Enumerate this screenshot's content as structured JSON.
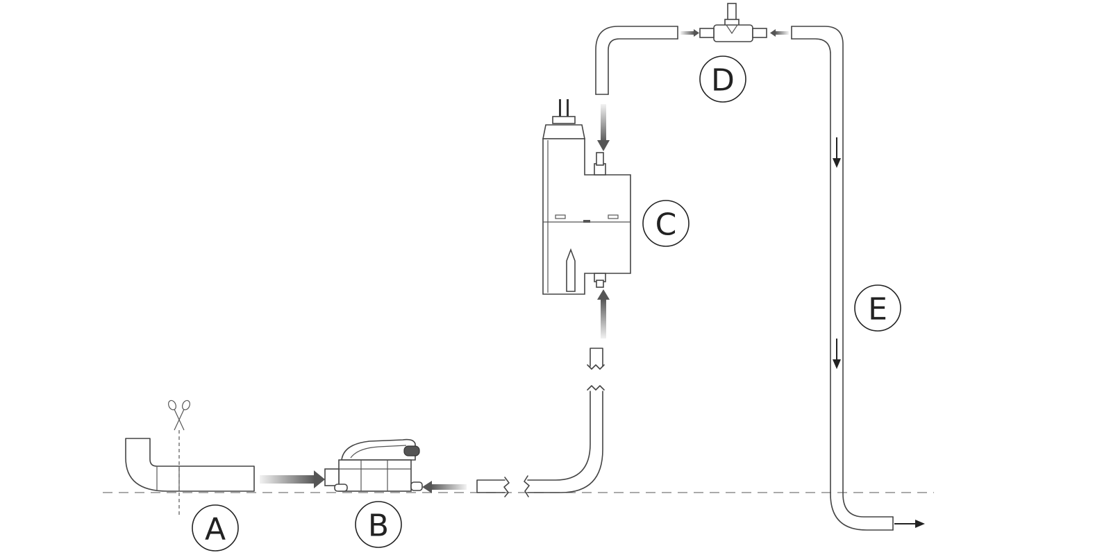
{
  "labels": {
    "a": "A",
    "b": "B",
    "c": "C",
    "d": "D",
    "e": "E"
  },
  "icons": {
    "cut_marker": "scissors-icon",
    "flow_arrow": "arrow-icon"
  },
  "colors": {
    "stroke": "#444444",
    "arrow_gradient_start": "#f0f0f0",
    "arrow_gradient_end": "#555555",
    "background": "#ffffff"
  }
}
